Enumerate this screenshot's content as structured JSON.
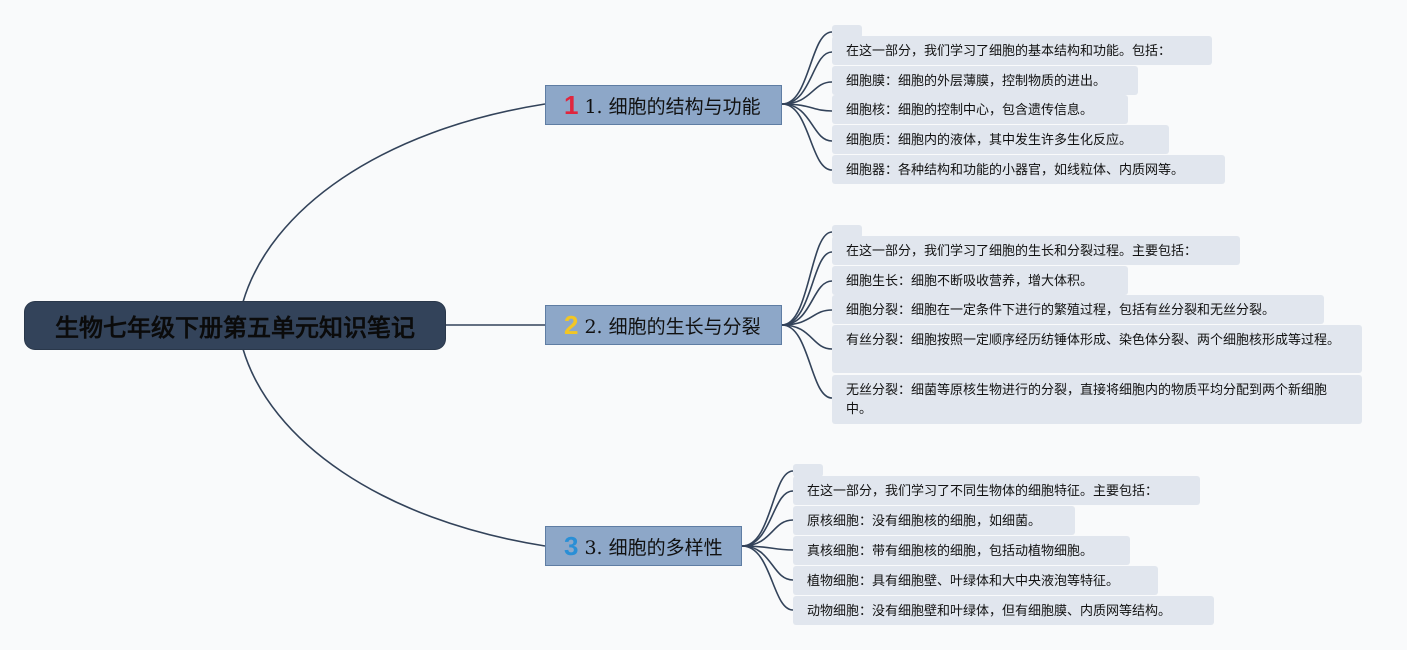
{
  "root": {
    "title": "生物七年级下册第五单元知识笔记"
  },
  "colors": {
    "root_bg": "#33435a",
    "branch_bg": "#8da7c8",
    "leaf_bg": "#e1e6ee",
    "line": "#33435a",
    "num1": "#e0263e",
    "num2": "#f2c624",
    "num3": "#2a8fd6"
  },
  "branches": [
    {
      "num": "1",
      "label": "1. 细胞的结构与功能",
      "items": [
        "在这一部分，我们学习了细胞的基本结构和功能。包括：",
        "细胞膜：细胞的外层薄膜，控制物质的进出。",
        "细胞核：细胞的控制中心，包含遗传信息。",
        "细胞质：细胞内的液体，其中发生许多生化反应。",
        "细胞器：各种结构和功能的小器官，如线粒体、内质网等。"
      ]
    },
    {
      "num": "2",
      "label": "2. 细胞的生长与分裂",
      "items": [
        "在这一部分，我们学习了细胞的生长和分裂过程。主要包括：",
        "细胞生长：细胞不断吸收营养，增大体积。",
        "细胞分裂：细胞在一定条件下进行的繁殖过程，包括有丝分裂和无丝分裂。",
        "有丝分裂：细胞按照一定顺序经历纺锤体形成、染色体分裂、两个细胞核形成等过程。",
        "无丝分裂：细菌等原核生物进行的分裂，直接将细胞内的物质平均分配到两个新细胞中。"
      ]
    },
    {
      "num": "3",
      "label": "3. 细胞的多样性",
      "items": [
        "在这一部分，我们学习了不同生物体的细胞特征。主要包括：",
        "原核细胞：没有细胞核的细胞，如细菌。",
        "真核细胞：带有细胞核的细胞，包括动植物细胞。",
        "植物细胞：具有细胞壁、叶绿体和大中央液泡等特征。",
        "动物细胞：没有细胞壁和叶绿体，但有细胞膜、内质网等结构。"
      ]
    }
  ]
}
